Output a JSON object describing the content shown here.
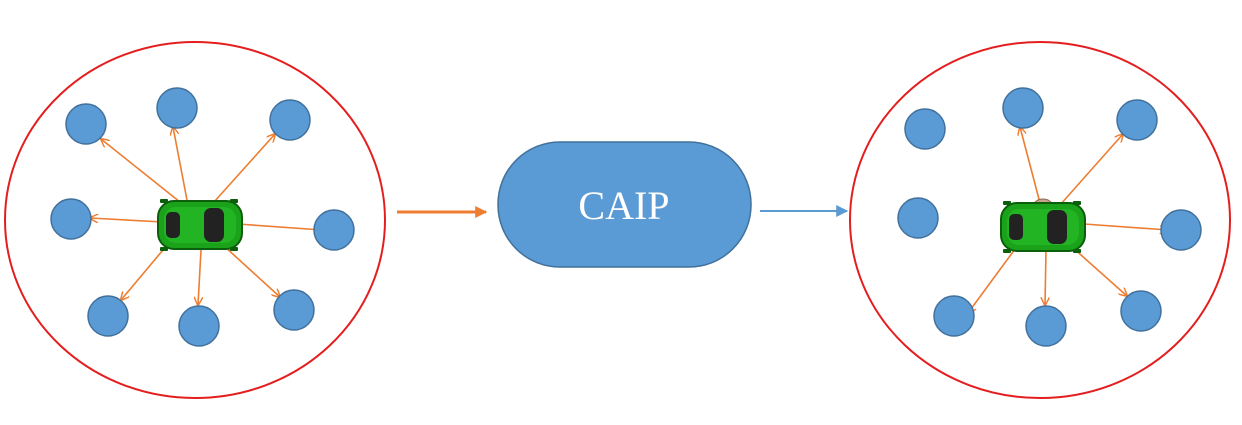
{
  "process": {
    "label": "CAIP"
  },
  "colors": {
    "boundary": "#e41e1e",
    "node_fill": "#5b9bd5",
    "node_stroke": "#41719c",
    "link": "#ed7d31",
    "input_arrow": "#ed7d31",
    "output_arrow": "#5b9bd5",
    "process_fill": "#5b9bd5",
    "car_body": "#1aa31a"
  },
  "icons": {
    "vehicle": "car-top-view-icon",
    "neighbor": "circle-node-icon"
  },
  "diagram": {
    "before": {
      "neighbor_count": 8,
      "linked_count": 8
    },
    "after": {
      "neighbor_count": 8,
      "linked_count": 6
    }
  }
}
